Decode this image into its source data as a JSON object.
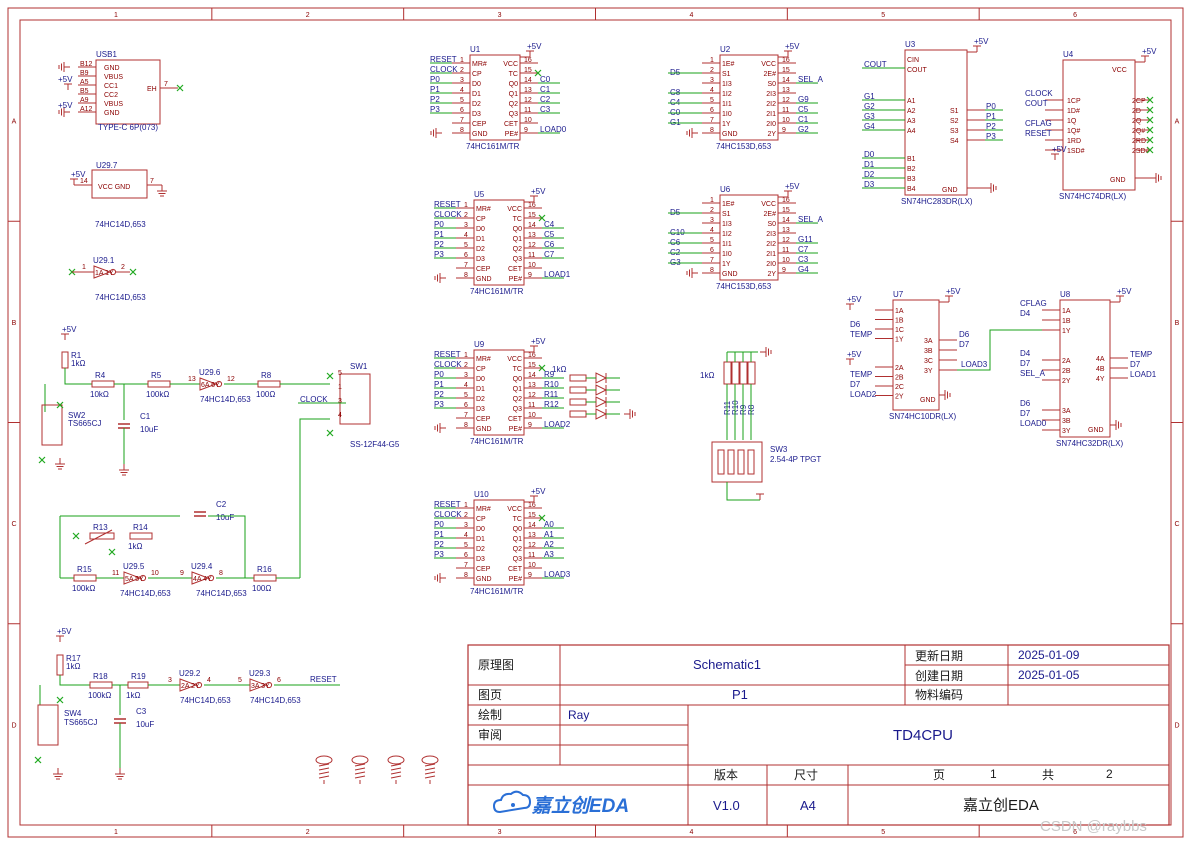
{
  "grid": {
    "columns": [
      "1",
      "2",
      "3",
      "4",
      "5",
      "6"
    ],
    "rows": [
      "A",
      "B",
      "C",
      "D"
    ]
  },
  "components": [
    {
      "ref": "USB1",
      "part": "TYPE-C 6P(073)",
      "pins": [
        "B12",
        "B9",
        "A5",
        "B5",
        "A9",
        "A12"
      ],
      "pin_names": [
        "GND",
        "VBUS",
        "CC1",
        "CC2",
        "VBUS",
        "GND"
      ],
      "right_pin": "EH",
      "right_num": "7",
      "supply": "+5V"
    },
    {
      "ref": "U29.7",
      "part": "74HC14D,653",
      "text": "VCC  GND",
      "pin_l": "14",
      "pin_r": "7",
      "supply": "+5V"
    },
    {
      "ref": "U29.1",
      "part": "74HC14D,653",
      "gate": "1A  1Y",
      "pin_l": "1",
      "pin_r": "2"
    },
    {
      "ref": "U1",
      "part": "74HC161M/TR",
      "inputs": [
        "RESET",
        "CLOCK",
        "P0",
        "P1",
        "P2",
        "P3"
      ],
      "outputs": [
        "C0",
        "C1",
        "C2",
        "C3",
        "LOAD0"
      ],
      "supply": "+5V"
    },
    {
      "ref": "U5",
      "part": "74HC161M/TR",
      "inputs": [
        "RESET",
        "CLOCK",
        "P0",
        "P1",
        "P2",
        "P3"
      ],
      "outputs": [
        "C4",
        "C5",
        "C6",
        "C7",
        "LOAD1"
      ],
      "supply": "+5V"
    },
    {
      "ref": "U9",
      "part": "74HC161M/TR",
      "inputs": [
        "RESET",
        "CLOCK",
        "P0",
        "P1",
        "P2",
        "P3"
      ],
      "outputs": [
        "R9",
        "R10",
        "R11",
        "R12",
        "LOAD2"
      ],
      "res_label": "1kΩ",
      "supply": "+5V"
    },
    {
      "ref": "U10",
      "part": "74HC161M/TR",
      "inputs": [
        "RESET",
        "CLOCK",
        "P0",
        "P1",
        "P2",
        "P3"
      ],
      "outputs": [
        "A0",
        "A1",
        "A2",
        "A3",
        "LOAD3"
      ],
      "supply": "+5V"
    },
    {
      "ref": "U2",
      "part": "74HC153D,653",
      "inputs": [
        "D5",
        "C8",
        "C4",
        "C0",
        "G1"
      ],
      "outputs": [
        "SEL_A",
        "G9",
        "C5",
        "C1",
        "G2"
      ],
      "supply": "+5V"
    },
    {
      "ref": "U6",
      "part": "74HC153D,653",
      "inputs": [
        "D5",
        "C10",
        "C6",
        "C2",
        "G3"
      ],
      "outputs": [
        "SEL_A",
        "G11",
        "C7",
        "C3",
        "G4"
      ],
      "supply": "+5V"
    },
    {
      "ref": "U3",
      "part": "SN74HC283DR(LX)",
      "inputs": [
        "COUT",
        "G1",
        "G2",
        "G3",
        "G4",
        "D0",
        "D1",
        "D2",
        "D3"
      ],
      "outputs": [
        "P0",
        "P1",
        "P2",
        "P3"
      ],
      "supply": "+5V"
    },
    {
      "ref": "U4",
      "part": "SN74HC74DR(LX)",
      "inputs": [
        "CLOCK",
        "COUT",
        "CFLAG",
        "RESET"
      ],
      "supply": "+5V"
    },
    {
      "ref": "U7",
      "part": "SN74HC10DR(LX)",
      "inputs": [
        "D6",
        "TEMP",
        "TEMP",
        "D7",
        "LOAD2"
      ],
      "outputs": [
        "D6",
        "D7",
        "LOAD3"
      ],
      "supply": "+5V"
    },
    {
      "ref": "U8",
      "part": "SN74HC32DR(LX)",
      "inputs": [
        "CFLAG",
        "D4",
        "D4",
        "D7",
        "SEL_A",
        "D6",
        "D7",
        "LOAD0"
      ],
      "outputs": [
        "TEMP",
        "D7",
        "LOAD1"
      ],
      "supply": "+5V"
    },
    {
      "ref": "SW1",
      "part": "SS-12F44-G5",
      "net": "CLOCK"
    },
    {
      "ref": "SW2",
      "part": "TS665CJ"
    },
    {
      "ref": "SW3",
      "part": "2.54-4P TPGT",
      "res": "1kΩ",
      "pins": [
        "R11",
        "R10",
        "R9",
        "R8"
      ]
    },
    {
      "ref": "SW4",
      "part": "TS665CJ"
    },
    {
      "ref": "R1",
      "value": "1kΩ"
    },
    {
      "ref": "R4",
      "value": "10kΩ"
    },
    {
      "ref": "R5",
      "value": "100kΩ"
    },
    {
      "ref": "R8",
      "value": "100Ω"
    },
    {
      "ref": "C1",
      "value": "10uF"
    },
    {
      "ref": "C2",
      "value": "10uF"
    },
    {
      "ref": "R13",
      "value": ""
    },
    {
      "ref": "R14",
      "value": "1kΩ"
    },
    {
      "ref": "R15",
      "value": "100kΩ"
    },
    {
      "ref": "R16",
      "value": "100Ω"
    },
    {
      "ref": "R17",
      "value": "1kΩ"
    },
    {
      "ref": "R18",
      "value": "100kΩ"
    },
    {
      "ref": "R19",
      "value": "1kΩ"
    },
    {
      "ref": "C3",
      "value": "10uF"
    },
    {
      "ref": "U29.6",
      "part": "74HC14D,653",
      "gate": "6A  6Y"
    },
    {
      "ref": "U29.5",
      "part": "74HC14D,653",
      "gate": "5A  5Y"
    },
    {
      "ref": "U29.4",
      "part": "74HC14D,653",
      "gate": "4A  4Y"
    },
    {
      "ref": "U29.2",
      "part": "74HC14D,653",
      "gate": "2A  2Y"
    },
    {
      "ref": "U29.3",
      "part": "74HC14D,653",
      "gate": "3A  3Y",
      "net": "RESET"
    }
  ],
  "title_block": {
    "type_label": "原理图",
    "type_value": "Schematic1",
    "updated_label": "更新日期",
    "updated_value": "2025-01-09",
    "created_label": "创建日期",
    "created_value": "2025-01-05",
    "page_label": "图页",
    "page_value": "P1",
    "material_label": "物料编码",
    "material_value": "",
    "drawn_label": "绘制",
    "drawn_value": "Ray",
    "review_label": "审阅",
    "review_value": "",
    "project": "TD4CPU",
    "version_label": "版本",
    "version_value": "V1.0",
    "size_label": "尺寸",
    "size_value": "A4",
    "sheet_label": "页",
    "sheet_value": "1",
    "total_label": "共",
    "total_value": "2",
    "logo_text": "嘉立创EDA",
    "company": "嘉立创EDA"
  },
  "watermark": "CSDN @raybbs",
  "colors": {
    "border": "#b03030",
    "wire": "#1aa01a",
    "part": "#b03030",
    "net": "#1a1a8c",
    "noconn": "#22aa22",
    "logo": "#2a6fd6"
  }
}
